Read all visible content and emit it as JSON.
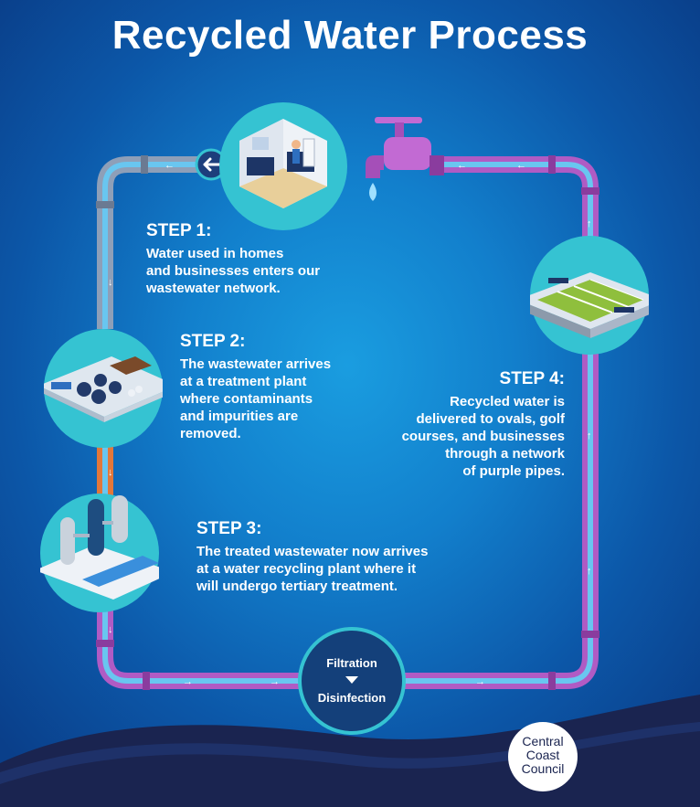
{
  "title": "Recycled Water Process",
  "steps": [
    {
      "heading": "STEP 1:",
      "body": "Water used in homes\nand businesses enters our\nwastewater network."
    },
    {
      "heading": "STEP 2:",
      "body": "The wastewater arrives\nat a treatment plant\nwhere contaminants\nand impurities are\nremoved."
    },
    {
      "heading": "STEP 3:",
      "body": "The treated wastewater now arrives\nat a water recycling plant where it\nwill undergo tertiary treatment."
    },
    {
      "heading": "STEP 4:",
      "body": "Recycled water is\ndelivered to ovals, golf\ncourses, and businesses\nthrough a network\nof purple pipes."
    }
  ],
  "process": {
    "first": "Filtration",
    "second": "Disinfection"
  },
  "logo": {
    "line1": "Central",
    "line2": "Coast",
    "line3": "Council"
  },
  "icons": [
    "house-kitchen-icon",
    "treatment-plant-icon",
    "recycling-plant-icon",
    "sports-oval-icon",
    "water-tap-icon",
    "flow-left-arrow-icon"
  ],
  "colors": {
    "background": "#127fcc",
    "grey_pipe": "#8e9fb8",
    "purple_pipe": "#b05bc4",
    "orange_pipe": "#e2773a",
    "circle": "#35c3d2",
    "hub": "#14407a",
    "wave": "#1a2450"
  }
}
